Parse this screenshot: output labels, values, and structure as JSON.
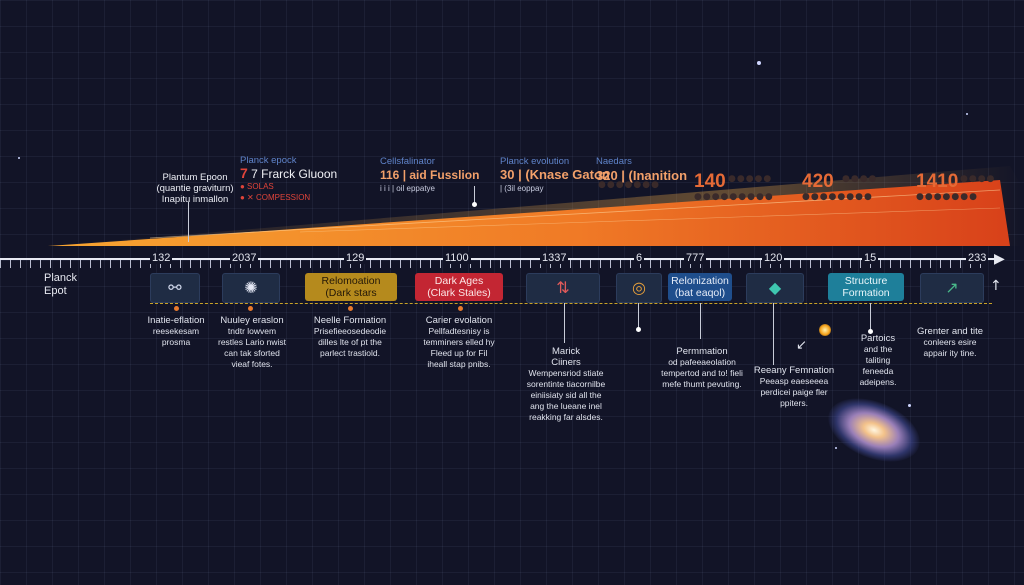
{
  "colors": {
    "background": "#121427",
    "wedge_start": "#f7a531",
    "wedge_end": "#d8411a",
    "recombination_box": "#b58a1d",
    "dark_ages_box": "#c32633",
    "reionization_box": "#1f4e8c",
    "structure_box": "#1e7f9a",
    "axis_dash": "#c9a227"
  },
  "axis": {
    "start_label": "Planck",
    "start_label_2": "Epot",
    "tick_labels": [
      "132",
      "2037",
      "129",
      "1100",
      "1337",
      "6",
      "777",
      "120",
      "15",
      "233"
    ]
  },
  "top_annotations": [
    {
      "lines": [
        "Plantum Epoon",
        "(quantie graviturn)",
        "Inapitu inmallon"
      ]
    },
    {
      "lines": [
        "Planck epock",
        "7 Frarck Gluoon",
        "● SOLAS",
        "● ✕ COMPESSION"
      ]
    },
    {
      "lines": [
        "Cellsfalinator",
        "116 | aid Fusslion",
        "i i i | oil eppatye"
      ]
    },
    {
      "lines": [
        "Planck evolution",
        "30 | (Knase Gaton",
        "| (3il eoppay"
      ]
    },
    {
      "lines": [
        "Naedars",
        "320 | (Inanition"
      ]
    },
    {
      "number": "140"
    },
    {
      "number": "420"
    },
    {
      "number": "1410"
    }
  ],
  "boxes": [
    {
      "icon": "bone-icon",
      "glyph": "⚯"
    },
    {
      "icon": "atom-icon",
      "glyph": "✺"
    },
    {
      "lines": [
        "Relomoation",
        "(Dark stars"
      ]
    },
    {
      "lines": [
        "Dark Ages",
        "(Clark Stales)"
      ]
    },
    {
      "icon": "up-down-arrows-icon",
      "glyph": "⇅"
    },
    {
      "icon": "target-icon",
      "glyph": "◎"
    },
    {
      "lines": [
        "Relonization",
        "(bat eaqol)"
      ]
    },
    {
      "icon": "eye-icon",
      "glyph": "◆"
    },
    {
      "lines": [
        "Structure",
        "Formation"
      ]
    },
    {
      "icon": "zigzag-icon",
      "glyph": "↗"
    }
  ],
  "descriptions": [
    {
      "lines": [
        "Inatie-eflation",
        "reesekesam",
        "prosma"
      ]
    },
    {
      "lines": [
        "Nuuley eraslon",
        "tndtr lowvem",
        "restles Lario nwist",
        "can tak sforted",
        "vieaf fotes."
      ]
    },
    {
      "lines": [
        "Neelle Formation",
        "Prisefieeosedeodie",
        "dilles lte of pt the",
        "parlect trastiold."
      ]
    },
    {
      "lines": [
        "Carier evolation",
        "Pellfadtesnisy is",
        "temminers elled hy",
        "Fleed up for Fil",
        "iheall stap pnibs."
      ]
    },
    {
      "lines": [
        "Marick",
        "Ciiners",
        "Wempensriod stiate",
        "sorentinte tiacornilbe",
        "einiisiaty sid all the",
        "ang the lueane inel",
        "reakking far alsdes."
      ]
    },
    {
      "lines": [
        "Permmation",
        "od pafeeaeolation",
        "tempertod and to! fieli",
        "mefe thumt pevuting."
      ]
    },
    {
      "lines": [
        "Reeany Femnation",
        "Peeasp eaeseeea",
        "perdicei paige fler",
        "ppiters."
      ]
    },
    {
      "lines": [
        "Partoics",
        "and the",
        "taliting",
        "feneeda",
        "adeipens."
      ]
    },
    {
      "lines": [
        "Grenter and tite",
        "conleers esire",
        "appair ity tine."
      ]
    }
  ]
}
